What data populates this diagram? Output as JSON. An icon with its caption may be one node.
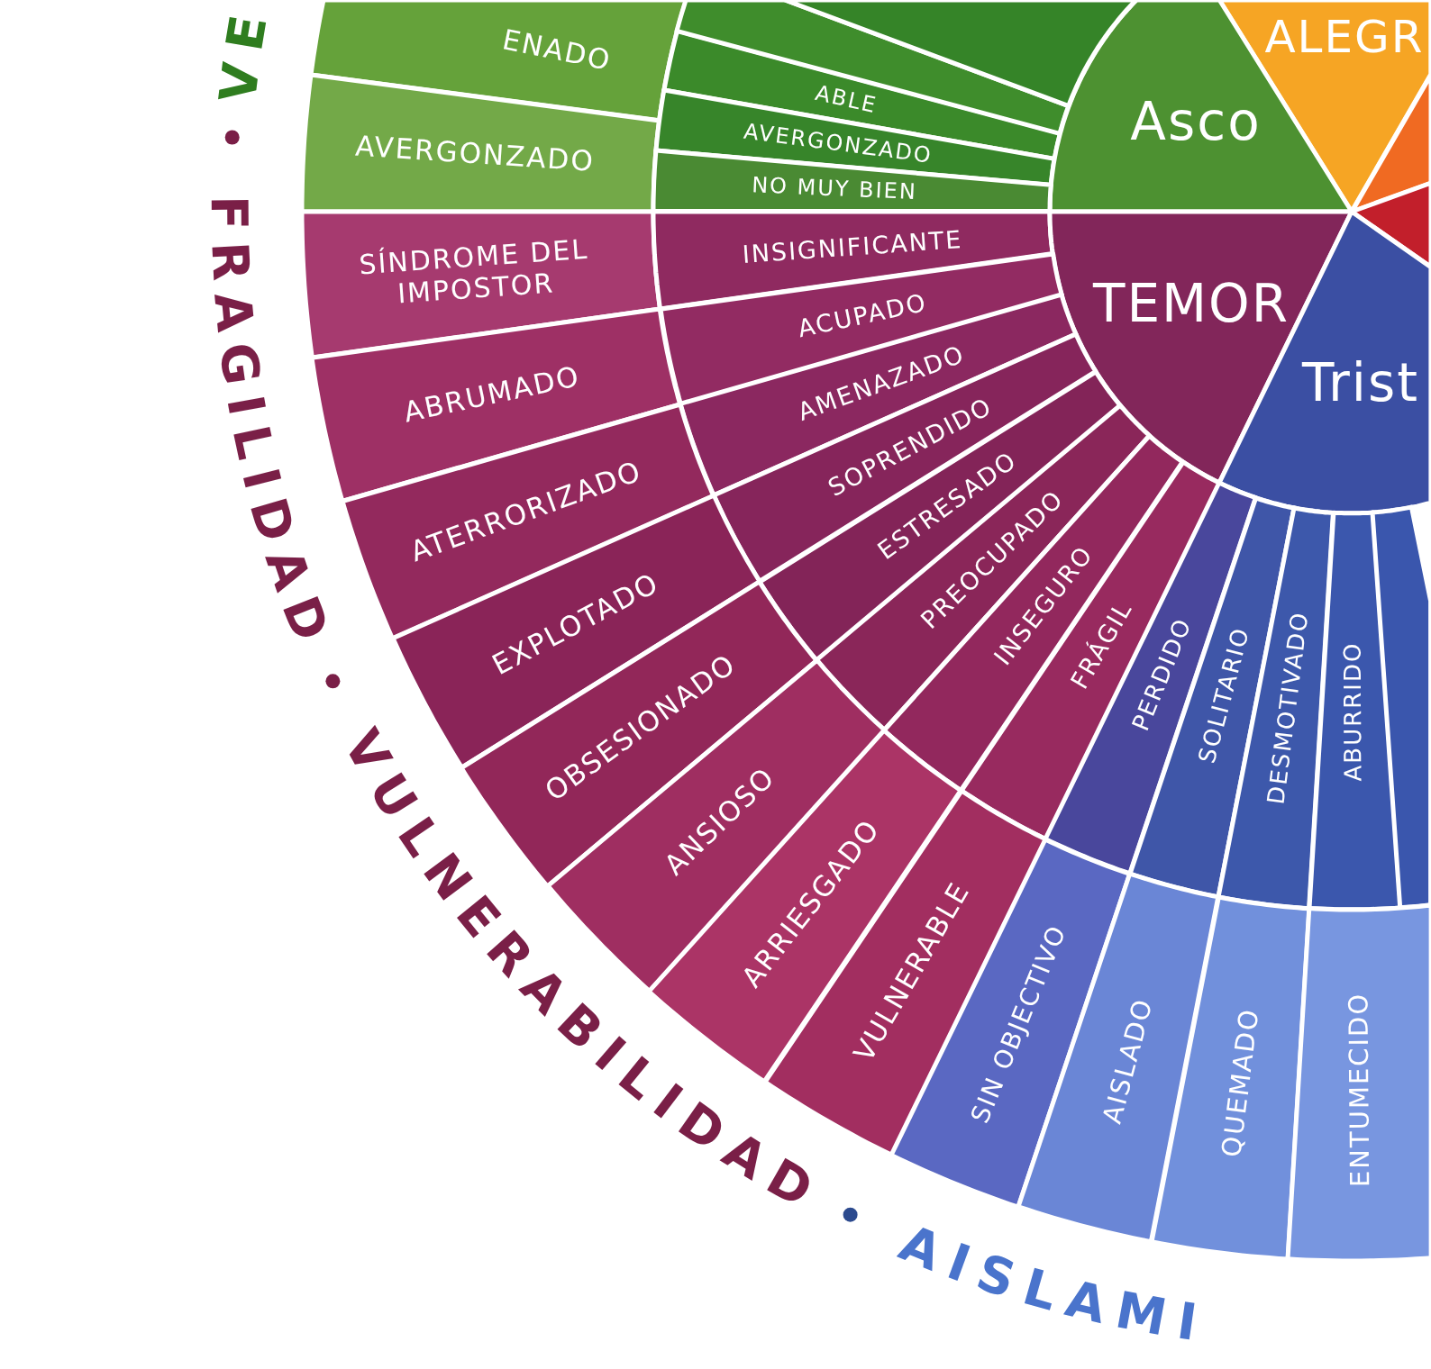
{
  "diagram": {
    "nodes": [
      {
        "text": [
          "ENADO"
        ]
      },
      {
        "text": [
          "ABLE"
        ]
      },
      {
        "text": [
          "ALEGR"
        ]
      },
      {
        "text": [],
        "shape": "wedge"
      },
      {
        "text": [
          "AVERGONZADO"
        ]
      },
      {
        "text": [
          "AVERGONZADO"
        ]
      },
      {
        "text": [
          "Asco"
        ]
      },
      {
        "text": [],
        "shape": "wedge"
      },
      {
        "text": [
          "NO MUY BIEN"
        ]
      },
      {
        "text": [],
        "shape": "wedge"
      },
      {
        "text": [
          "SÍNDROME DEL IMPOSTOR"
        ]
      },
      {
        "text": [
          "INSIGNIFICANTE"
        ]
      },
      {
        "text": [
          "TEMOR"
        ]
      },
      {
        "text": [
          "ABRUMADO"
        ]
      },
      {
        "text": [
          "ACUPADO"
        ]
      },
      {
        "text": [
          "AMENAZADO"
        ]
      },
      {
        "text": [
          "Trist"
        ]
      },
      {
        "text": [
          "ATERRORIZADO"
        ]
      },
      {
        "text": [
          "SOPRENDIDO"
        ]
      },
      {
        "text": [
          "EXPLOTADO"
        ]
      },
      {
        "text": [
          "ESTRESADO"
        ]
      },
      {
        "text": [
          "OBSESIONADO"
        ]
      },
      {
        "text": [
          "PREOCUPADO"
        ]
      },
      {
        "text": [
          "INSEGURO"
        ]
      },
      {
        "text": [
          "ANSIOSO"
        ]
      },
      {
        "text": [
          "FRÁGIL"
        ]
      },
      {
        "text": [
          "PERDIDO"
        ]
      },
      {
        "text": [
          "SOLITARIO"
        ]
      },
      {
        "text": [
          "DESMOTIVADO"
        ]
      },
      {
        "text": [
          "ABURRIDO"
        ]
      },
      {
        "text": [],
        "shape": "wedge"
      },
      {
        "text": [
          "ARRIESGADO"
        ]
      },
      {
        "text": [
          "VULNERABLE"
        ]
      },
      {
        "text": [
          "SIN OBJECTIVO"
        ]
      },
      {
        "text": [
          "AISLADO"
        ]
      },
      {
        "text": [
          "QUEMADO"
        ]
      },
      {
        "text": [
          "ENTUMECIDO"
        ]
      },
      {
        "text": [],
        "shape": "wedge"
      }
    ],
    "labels": [
      "VE",
      "FRAGILIDAD",
      "VULNERABILIDAD",
      "AISLAMI"
    ]
  }
}
